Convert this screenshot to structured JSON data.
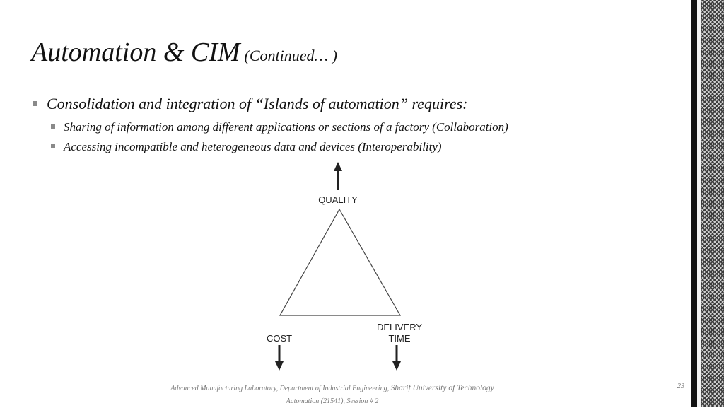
{
  "title": {
    "main": "Automation & CIM",
    "sub": "(Continued… )"
  },
  "bullets": {
    "level1": "Consolidation and integration of “Islands of automation” requires:",
    "level2": [
      "Sharing of information among different applications or sections of a factory (Collaboration)",
      "Accessing incompatible and heterogeneous data and devices (Interoperability)"
    ]
  },
  "diagram": {
    "top_label": "QUALITY",
    "left_label": "COST",
    "right_label_line1": "DELIVERY",
    "right_label_line2": "TIME"
  },
  "footer": {
    "line1_part1": "Advanced Manufacturing Laboratory, Department of Industrial Engineering, ",
    "line1_part2": "Sharif University of Technology",
    "line2": "Automation (21541), Session # 2",
    "page_number": "23"
  }
}
